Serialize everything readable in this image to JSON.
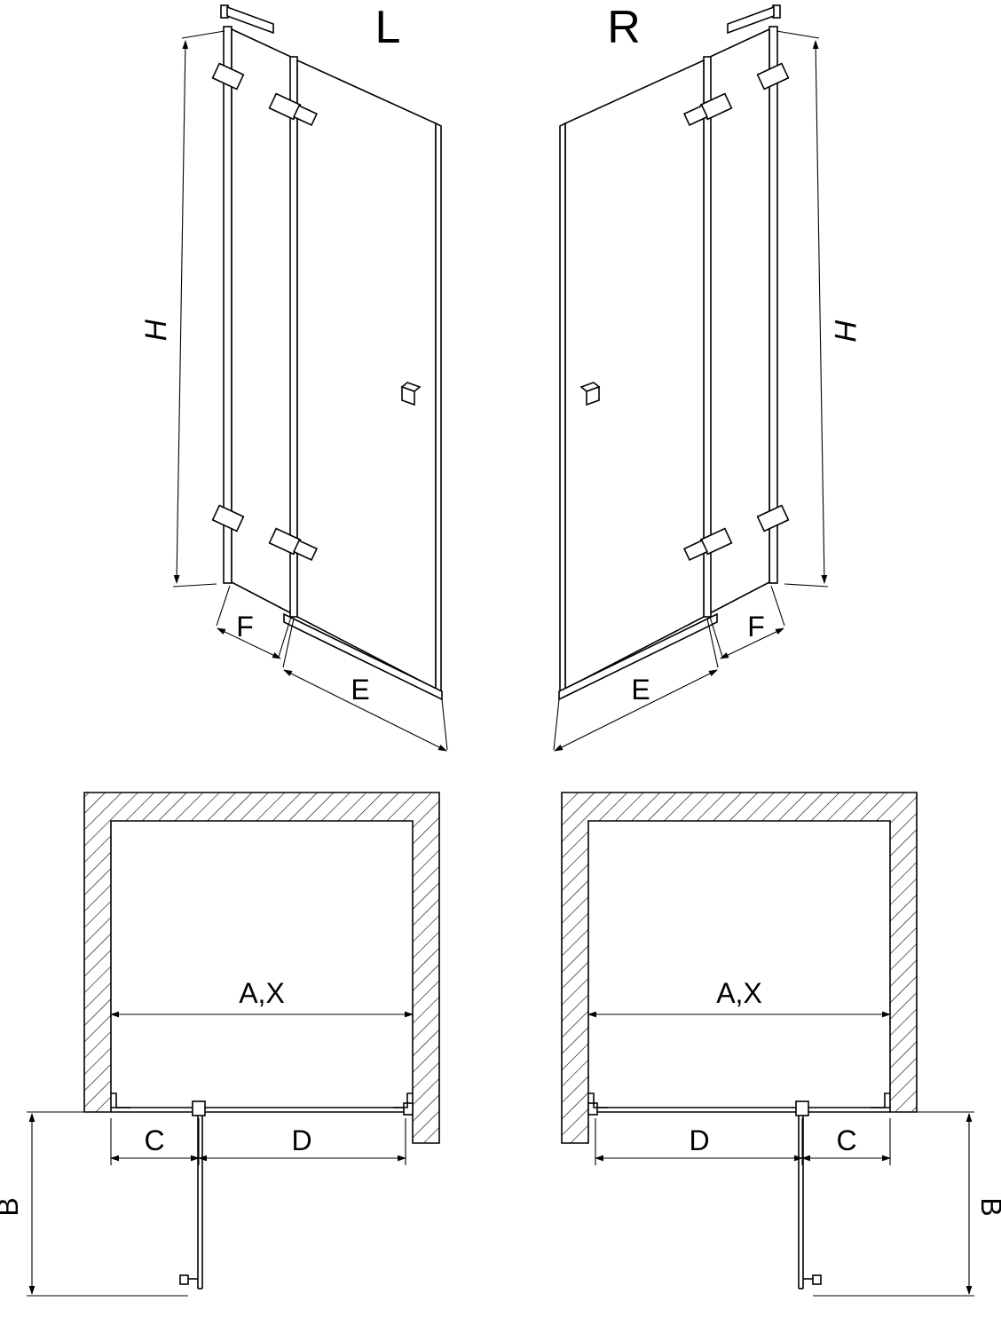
{
  "colors": {
    "line": "#000000",
    "background": "#ffffff"
  },
  "perspective_views": {
    "left": {
      "variant_label": "L",
      "height_label": "H",
      "fixed_panel_width_label": "F",
      "door_width_label": "E"
    },
    "right": {
      "variant_label": "R",
      "height_label": "H",
      "fixed_panel_width_label": "F",
      "door_width_label": "E"
    }
  },
  "plan_views": {
    "left": {
      "opening_width_label": "A,X",
      "fixed_segment_label": "C",
      "door_segment_label": "D",
      "door_projection_label": "B"
    },
    "right": {
      "opening_width_label": "A,X",
      "fixed_segment_label": "C",
      "door_segment_label": "D",
      "door_projection_label": "B"
    }
  }
}
